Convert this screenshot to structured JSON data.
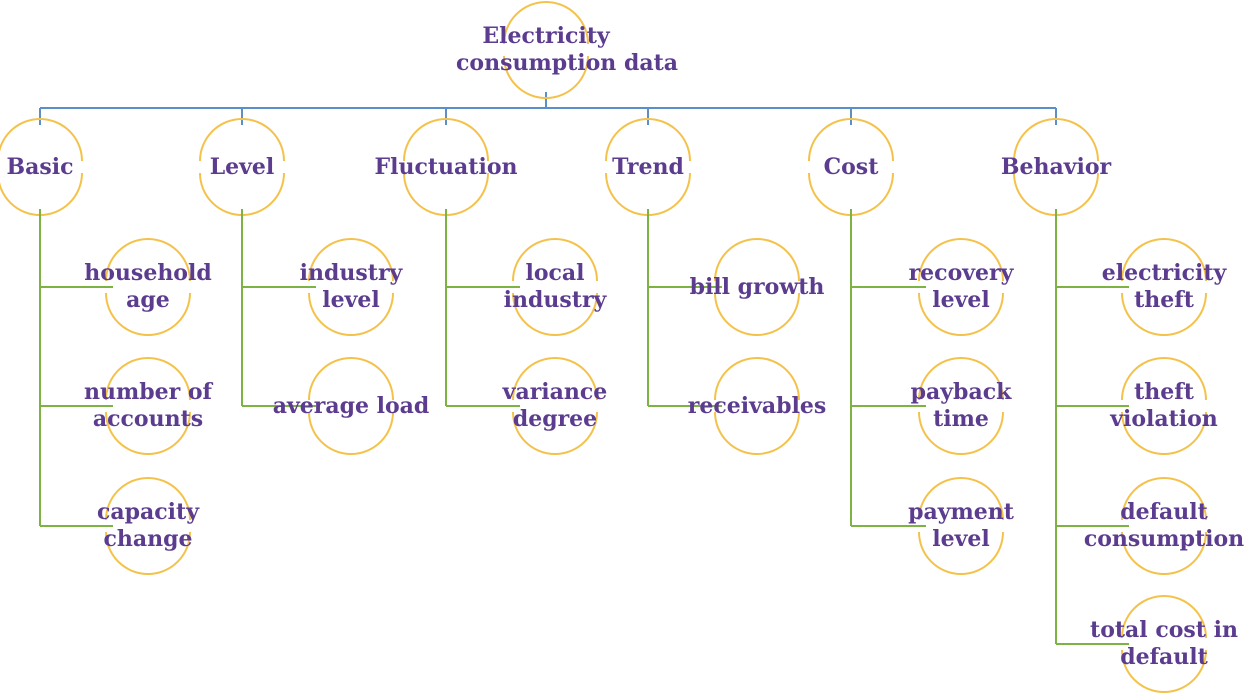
{
  "root": {
    "lines": [
      "Electricity",
      "consumption data"
    ]
  },
  "categories": [
    {
      "label": "Basic",
      "items": [
        [
          "household",
          "age"
        ],
        [
          "number of",
          "accounts"
        ],
        [
          "capacity",
          "change"
        ]
      ]
    },
    {
      "label": "Level",
      "items": [
        [
          "industry",
          "level"
        ],
        [
          "average load"
        ]
      ]
    },
    {
      "label": "Fluctuation",
      "items": [
        [
          "local",
          "industry"
        ],
        [
          "variance",
          "degree"
        ]
      ]
    },
    {
      "label": "Trend",
      "items": [
        [
          "bill growth"
        ],
        [
          "receivables"
        ]
      ]
    },
    {
      "label": "Cost",
      "items": [
        [
          "recovery",
          "level"
        ],
        [
          "payback",
          "time"
        ],
        [
          "payment",
          "level"
        ]
      ]
    },
    {
      "label": "Behavior",
      "items": [
        [
          "electricity",
          "theft"
        ],
        [
          "theft",
          "violation"
        ],
        [
          "default",
          "consumption"
        ],
        [
          "total cost in",
          "default"
        ]
      ]
    }
  ],
  "colors": {
    "blue_line": "#5b8fc9",
    "green_line": "#7cb342",
    "arc": "#f4c24a",
    "text": "#5b3c8f"
  }
}
